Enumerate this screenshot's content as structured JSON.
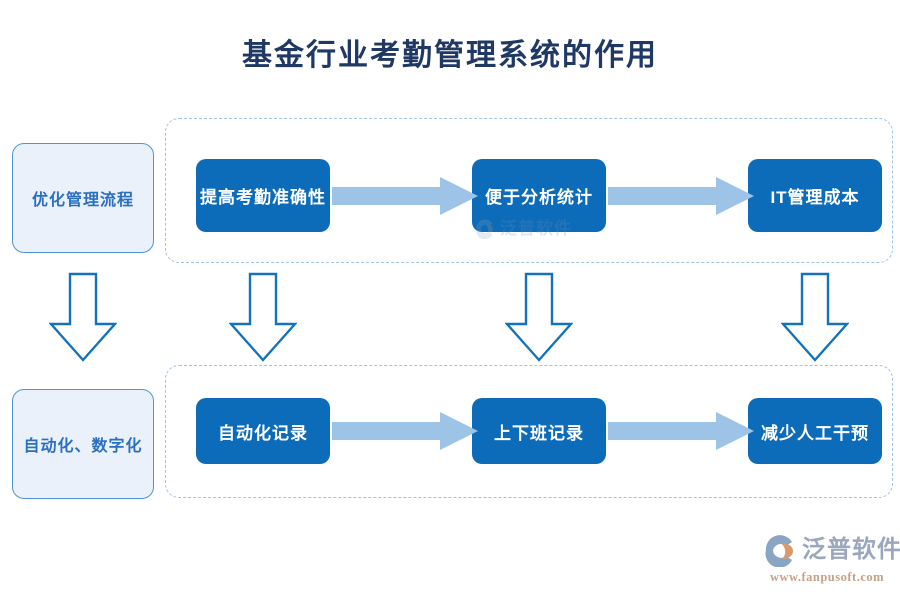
{
  "page": {
    "title": "基金行业考勤管理系统的作用",
    "title_color": "#1f3864",
    "background": "#ffffff"
  },
  "colors": {
    "node_fill": "#0d6cb9",
    "node_text": "#ffffff",
    "category_fill": "#eaf1fa",
    "category_border": "#4f94d6",
    "category_text": "#2b6fc2",
    "group_dash_border": "#9cc3e5",
    "h_arrow_fill": "#9dc3e6",
    "v_arrow_stroke": "#1272bc",
    "v_arrow_fill": "#ffffff"
  },
  "categories": [
    {
      "label": "优化管理流程"
    },
    {
      "label": "自动化、数字化"
    }
  ],
  "rows": [
    {
      "name": "top-row",
      "nodes": [
        {
          "label": "提高考勤准确性"
        },
        {
          "label": "便于分析统计"
        },
        {
          "label": "IT管理成本"
        }
      ],
      "connectors": [
        {
          "icon": "right-arrow-icon"
        },
        {
          "icon": "right-arrow-icon"
        }
      ]
    },
    {
      "name": "bottom-row",
      "nodes": [
        {
          "label": "自动化记录"
        },
        {
          "label": "上下班记录"
        },
        {
          "label": "减少人工干预"
        }
      ],
      "connectors": [
        {
          "icon": "right-arrow-icon"
        },
        {
          "icon": "right-arrow-icon"
        }
      ]
    }
  ],
  "down_connectors": [
    {
      "icon": "down-arrow-icon"
    },
    {
      "icon": "down-arrow-icon"
    },
    {
      "icon": "down-arrow-icon"
    },
    {
      "icon": "down-arrow-icon"
    }
  ],
  "watermark": {
    "brand": "泛普软件",
    "url": "www.fanpusoft.com",
    "brand_color": "#9aa7bd",
    "url_color": "#c7a08a"
  }
}
